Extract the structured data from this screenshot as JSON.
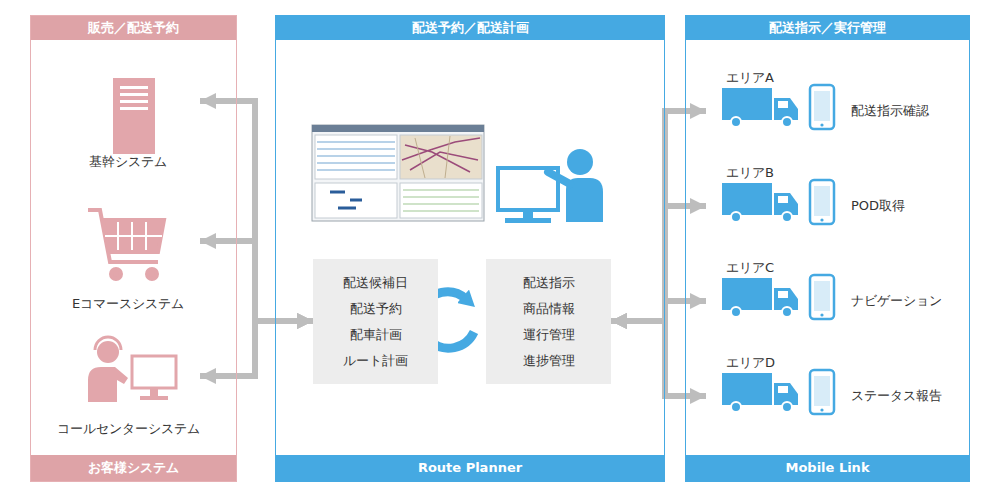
{
  "diagram": {
    "nodes": [
      {
        "text": [
          "販売／配送予約",
          "お客様システム"
        ]
      },
      {
        "text": [
          "基幹システム"
        ],
        "in": 0
      },
      {
        "text": [
          "Eコマースシステム"
        ],
        "in": 0
      },
      {
        "text": [
          "コールセンターシステム"
        ],
        "in": 0
      },
      {
        "text": [
          "配送予約／配送計画",
          "Route Planner"
        ]
      },
      {
        "text": [
          "配送候補日",
          "配送予約",
          "配車計画",
          "ルート計画"
        ],
        "in": 4
      },
      {
        "text": [
          "配送指示",
          "商品情報",
          "運行管理",
          "進捗管理"
        ],
        "in": 4
      },
      {
        "text": [
          "配送指示／実行管理",
          "Mobile Link"
        ]
      },
      {
        "text": [
          "エリアA",
          "配送指示確認"
        ],
        "in": 7
      },
      {
        "text": [
          "エリアB",
          "POD取得"
        ],
        "in": 7
      },
      {
        "text": [
          "エリアC",
          "ナビゲーション"
        ],
        "in": 7
      },
      {
        "text": [
          "エリアD",
          "ステータス報告"
        ],
        "in": 7
      }
    ],
    "edges": [
      {
        "from": 1,
        "to": 5,
        "arrow": "both"
      },
      {
        "from": 2,
        "to": 5,
        "arrow": "both"
      },
      {
        "from": 3,
        "to": 5,
        "arrow": "both"
      },
      {
        "from": 6,
        "to": 8,
        "arrow": "both"
      },
      {
        "from": 6,
        "to": 9,
        "arrow": "both"
      },
      {
        "from": 6,
        "to": 10,
        "arrow": "both"
      },
      {
        "from": 6,
        "to": 11,
        "arrow": "both"
      }
    ]
  }
}
